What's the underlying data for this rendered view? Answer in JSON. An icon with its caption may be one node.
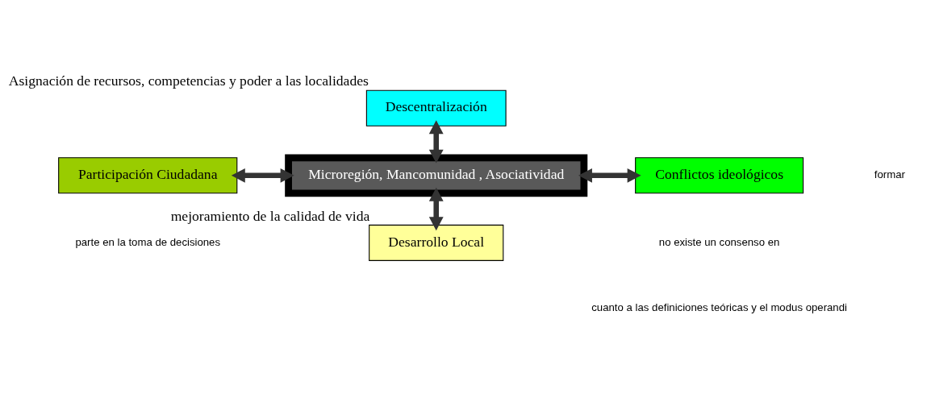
{
  "diagram": {
    "nodes": [
      {
        "text": [
          "Descentralización"
        ],
        "beside": [
          "Asignación de recursos, competencias y poder a las localidades"
        ]
      },
      {
        "text": [
          "Participación Ciudadana"
        ]
      },
      {
        "text": [
          "Microregión, Mancomunidad , Asociatividad"
        ]
      },
      {
        "text": [
          "Conflictos ideológicos"
        ]
      },
      {
        "text": [
          "Desarrollo Local"
        ],
        "beside": [
          "mejoramiento de la calidad de vida"
        ]
      }
    ],
    "edges": [
      {
        "from": 2,
        "to": 0,
        "arrow": "both"
      },
      {
        "from": 1,
        "to": 2,
        "arrow": "both"
      },
      {
        "from": 2,
        "to": 3,
        "arrow": "both"
      },
      {
        "from": 2,
        "to": 4,
        "arrow": "both"
      }
    ],
    "labels": [
      "formar",
      "parte en la toma de decisiones",
      "no existe un consenso en",
      "cuanto a las definiciones teóricas y el modus operandi"
    ]
  }
}
